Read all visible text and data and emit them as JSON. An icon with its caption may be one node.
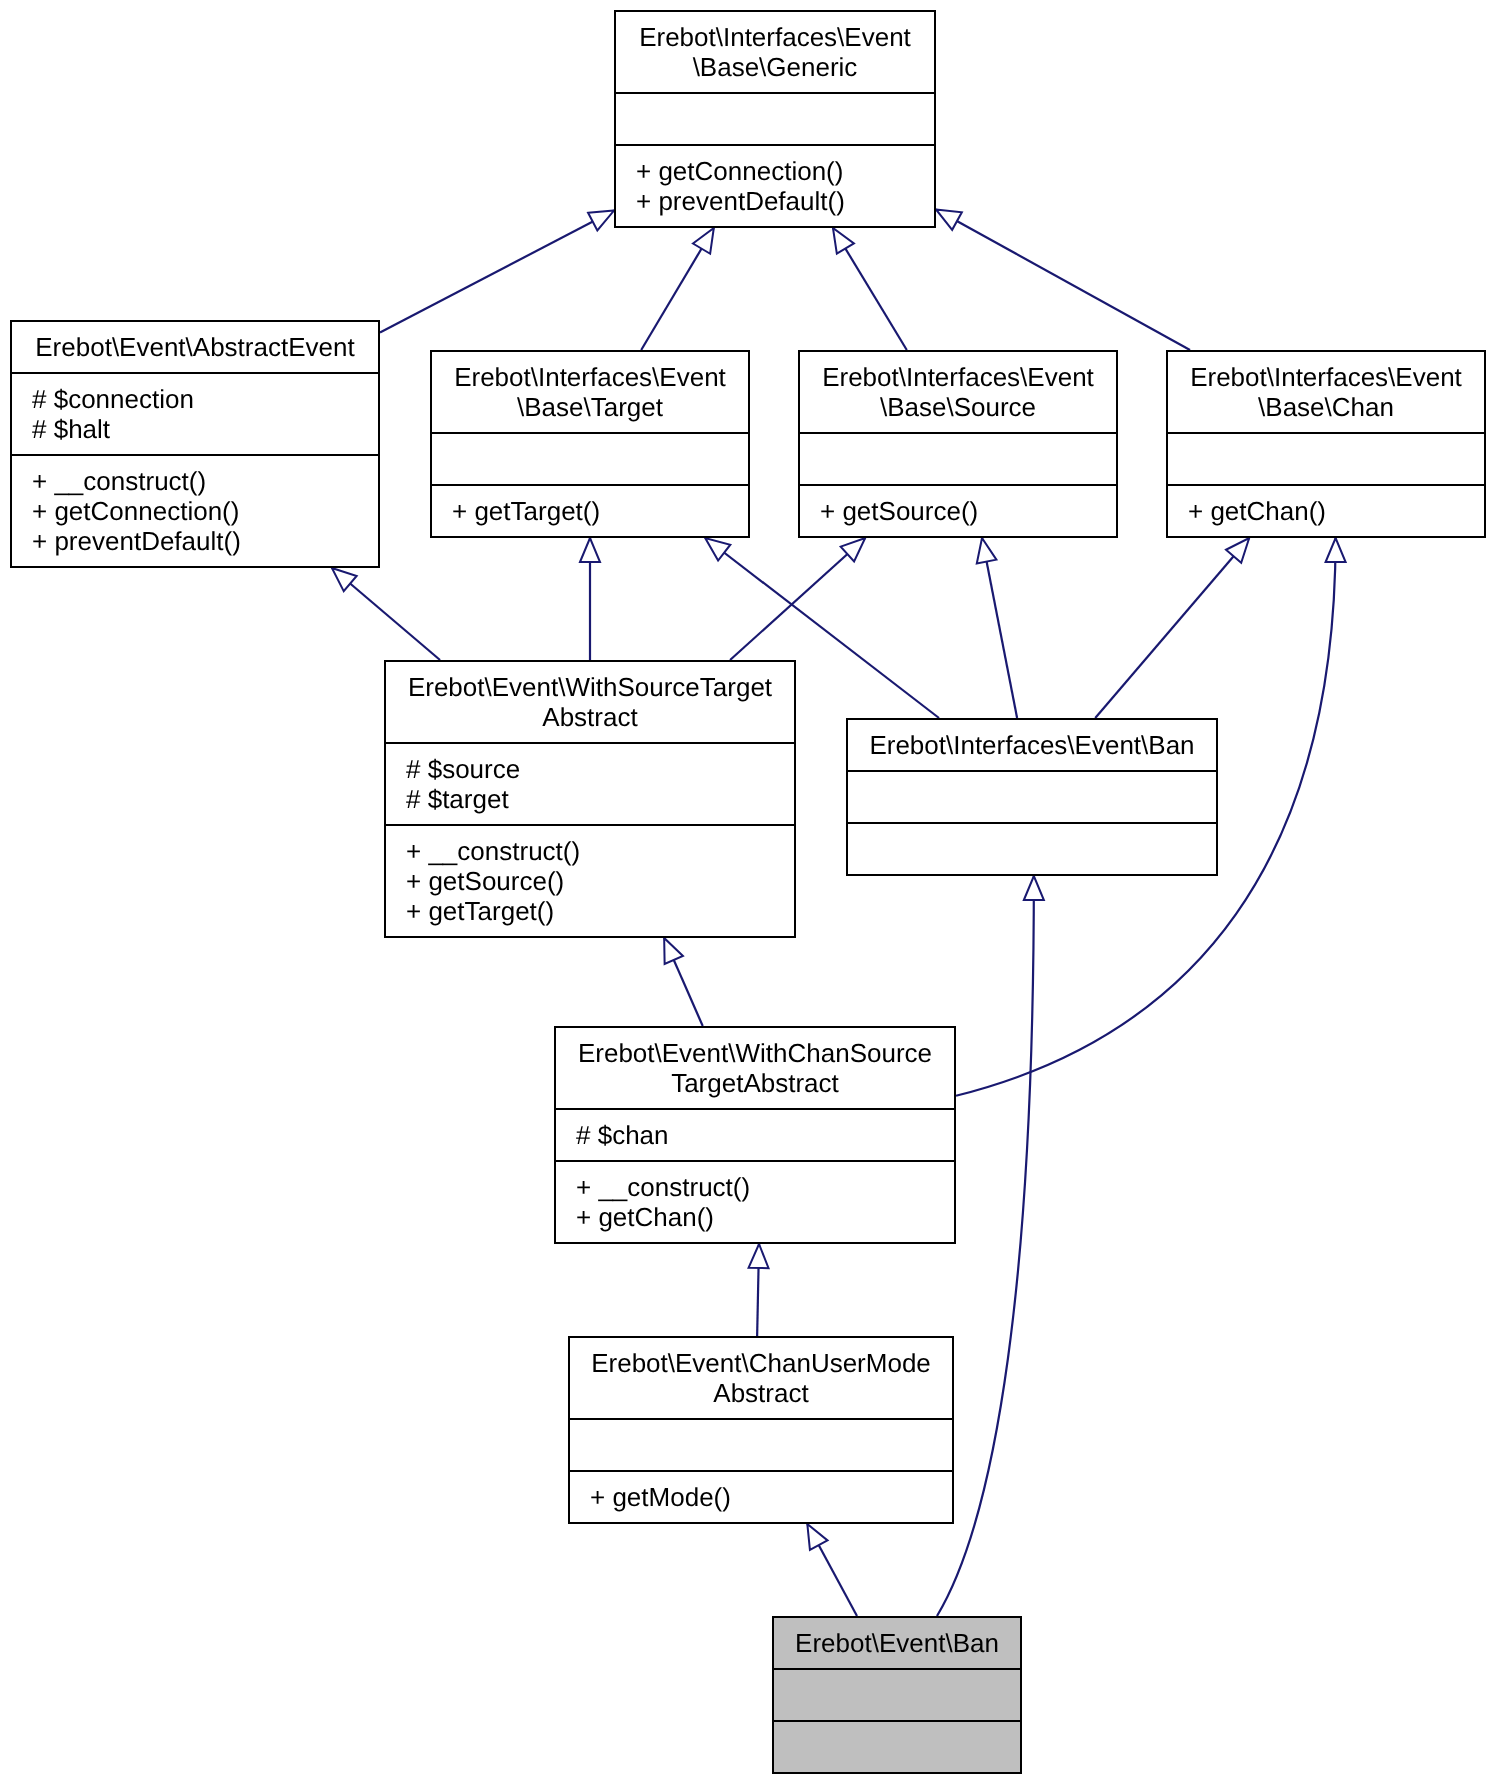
{
  "diagram": {
    "nodes": [
      {
        "text": [
          "Erebot\\Interfaces\\Event \\Base\\Generic",
          "+ getConnection()",
          "+ preventDefault()"
        ]
      },
      {
        "text": [
          "Erebot\\Event\\AbstractEvent",
          "# $connection",
          "# $halt",
          "+ __construct()",
          "+ getConnection()",
          "+ preventDefault()"
        ]
      },
      {
        "text": [
          "Erebot\\Interfaces\\Event \\Base\\Target",
          "+ getTarget()"
        ]
      },
      {
        "text": [
          "Erebot\\Interfaces\\Event \\Base\\Source",
          "+ getSource()"
        ]
      },
      {
        "text": [
          "Erebot\\Interfaces\\Event \\Base\\Chan",
          "+ getChan()"
        ]
      },
      {
        "text": [
          "Erebot\\Event\\WithSourceTarget Abstract",
          "# $source",
          "# $target",
          "+ __construct()",
          "+ getSource()",
          "+ getTarget()"
        ]
      },
      {
        "text": [
          "Erebot\\Interfaces\\Event\\Ban"
        ]
      },
      {
        "text": [
          "Erebot\\Event\\WithChanSource TargetAbstract",
          "# $chan",
          "+ __construct()",
          "+ getChan()"
        ]
      },
      {
        "text": [
          "Erebot\\Event\\ChanUserMode Abstract",
          "+ getMode()"
        ]
      },
      {
        "text": [
          "Erebot\\Event\\Ban"
        ]
      }
    ],
    "edges": [
      {
        "from": 1,
        "to": 0,
        "arrow": "to"
      },
      {
        "from": 2,
        "to": 0,
        "arrow": "to"
      },
      {
        "from": 3,
        "to": 0,
        "arrow": "to"
      },
      {
        "from": 4,
        "to": 0,
        "arrow": "to"
      },
      {
        "from": 5,
        "to": 1,
        "arrow": "to"
      },
      {
        "from": 5,
        "to": 2,
        "arrow": "to"
      },
      {
        "from": 5,
        "to": 3,
        "arrow": "to"
      },
      {
        "from": 6,
        "to": 2,
        "arrow": "to"
      },
      {
        "from": 6,
        "to": 3,
        "arrow": "to"
      },
      {
        "from": 6,
        "to": 4,
        "arrow": "to"
      },
      {
        "from": 7,
        "to": 5,
        "arrow": "to"
      },
      {
        "from": 7,
        "to": 4,
        "arrow": "to"
      },
      {
        "from": 8,
        "to": 7,
        "arrow": "to"
      },
      {
        "from": 9,
        "to": 8,
        "arrow": "to"
      },
      {
        "from": 9,
        "to": 6,
        "arrow": "to"
      }
    ]
  }
}
